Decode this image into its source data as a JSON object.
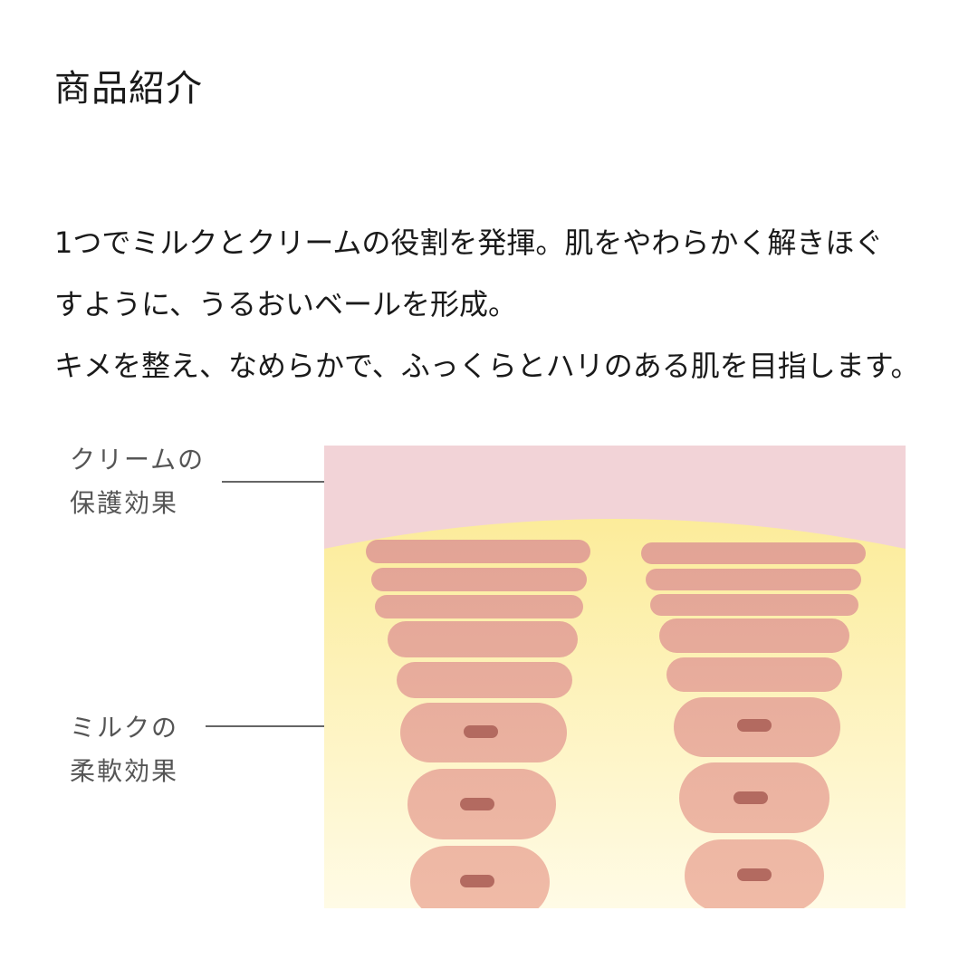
{
  "header": {
    "title": "商品紹介"
  },
  "description": {
    "lines": [
      "1つでミルクとクリームの役割を発揮。肌をやわらかく解きほぐ",
      "すように、うるおいベールを形成。",
      "キメを整え、なめらかで、ふっくらとハリのある肌を目指します。"
    ]
  },
  "diagram": {
    "labels": {
      "cream": [
        "クリームの",
        "保護効果"
      ],
      "milk": [
        "ミルクの",
        "柔軟効果"
      ]
    },
    "colors": {
      "cream_layer": "#f2d3d7",
      "milk_top": "#fbe98c",
      "milk_bottom": "#fffbe6",
      "cell_top": "#e2a395",
      "cell_bottom": "#f0bba7",
      "nucleus": "#b36a60",
      "leader_line": "#666666"
    }
  }
}
